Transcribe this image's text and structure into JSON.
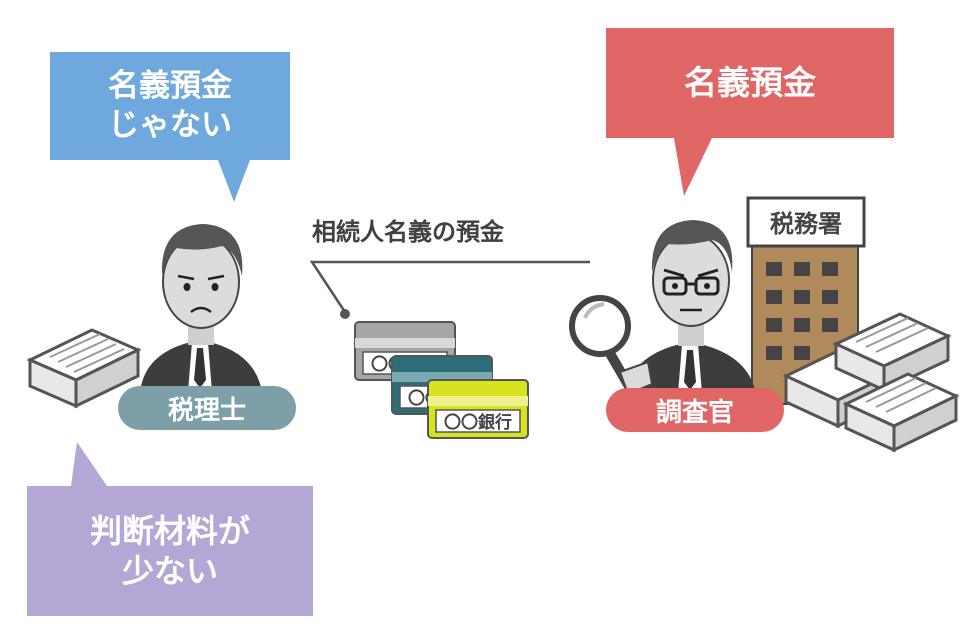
{
  "speech": {
    "left_top": [
      "名義預金",
      "じゃない"
    ],
    "right_top": "名義預金",
    "left_bottom": [
      "判断材料が",
      "少ない"
    ]
  },
  "caption": "相続人名義の預金",
  "roles": {
    "left": "税理士",
    "right": "調査官"
  },
  "building_sign": "税務署",
  "bank_cards": [
    "〇〇銀行",
    "〇〇銀行",
    "〇〇銀行"
  ],
  "colors": {
    "blue_bubble": "#6fa8dc",
    "red_bubble": "#e06666",
    "purple_bubble": "#b4a7d6",
    "teal_pill": "#7da0a8",
    "card_gray": "#a6a6a6",
    "card_teal": "#2b6e7a",
    "card_yellow": "#d9e21f",
    "building_brown": "#b08a5a"
  }
}
